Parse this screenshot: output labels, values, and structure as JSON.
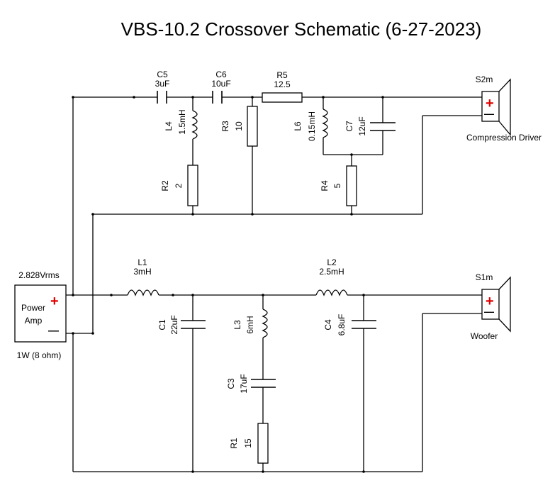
{
  "title": "VBS-10.2 Crossover Schematic (6-27-2023)",
  "source": {
    "voltage": "2.828Vrms",
    "name_line1": "Power",
    "name_line2": "Amp",
    "power": "1W (8 ohm)",
    "plus": "+",
    "minus": "—"
  },
  "speakers": {
    "s2m": {
      "id": "S2m",
      "name": "Compression Driver",
      "plus": "+",
      "minus": "—"
    },
    "s1m": {
      "id": "S1m",
      "name": "Woofer",
      "plus": "+",
      "minus": "—"
    }
  },
  "components": {
    "C5": {
      "ref": "C5",
      "value": "3uF"
    },
    "C6": {
      "ref": "C6",
      "value": "10uF"
    },
    "R5": {
      "ref": "R5",
      "value": "12.5"
    },
    "L4": {
      "ref": "L4",
      "value": "1.5mH"
    },
    "R3": {
      "ref": "R3",
      "value": "10"
    },
    "L6": {
      "ref": "L6",
      "value": "0.15mH"
    },
    "C7": {
      "ref": "C7",
      "value": "12uF"
    },
    "R2": {
      "ref": "R2",
      "value": "2"
    },
    "R4": {
      "ref": "R4",
      "value": "5"
    },
    "L1": {
      "ref": "L1",
      "value": "3mH"
    },
    "L2": {
      "ref": "L2",
      "value": "2.5mH"
    },
    "C1": {
      "ref": "C1",
      "value": "22uF"
    },
    "L3": {
      "ref": "L3",
      "value": "6mH"
    },
    "C4": {
      "ref": "C4",
      "value": "6.8uF"
    },
    "C3": {
      "ref": "C3",
      "value": "17uF"
    },
    "R1": {
      "ref": "R1",
      "value": "15"
    }
  }
}
